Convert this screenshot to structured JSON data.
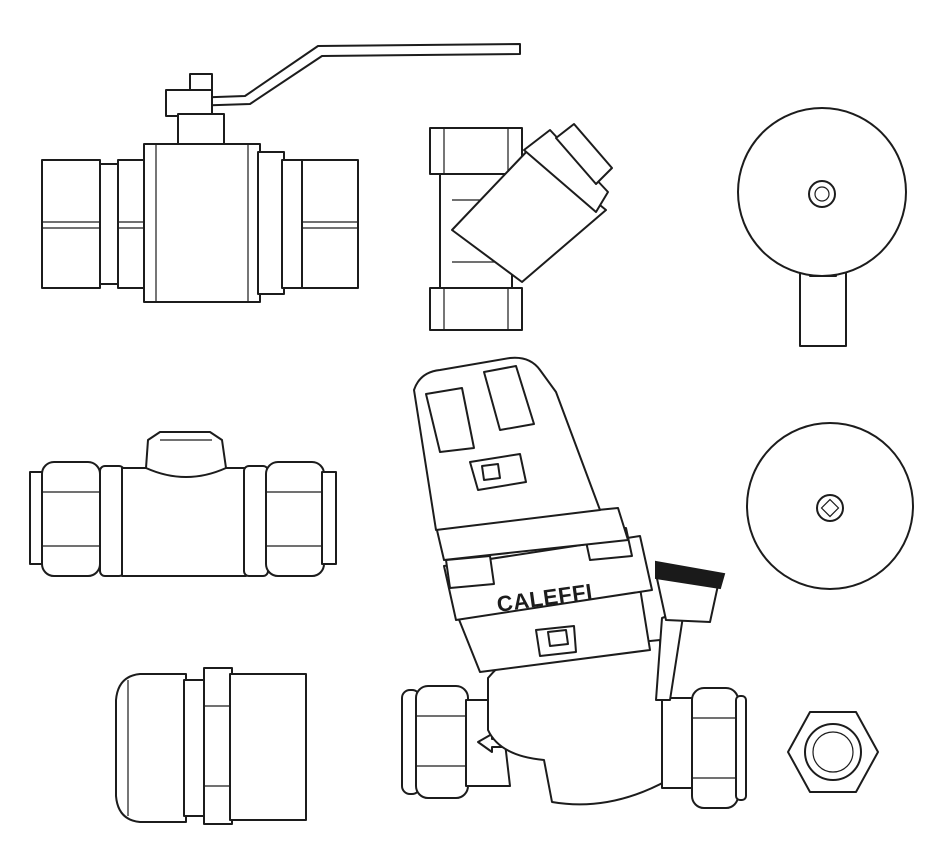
{
  "brand_mark": "CALEFFI",
  "parts": [
    "ball-valve-with-lever",
    "y-strainer",
    "pressure-gauge",
    "compression-tee-body",
    "pressure-reducing-valve",
    "gauge-blanking-cap",
    "threaded-union-adapter",
    "hex-nut"
  ]
}
